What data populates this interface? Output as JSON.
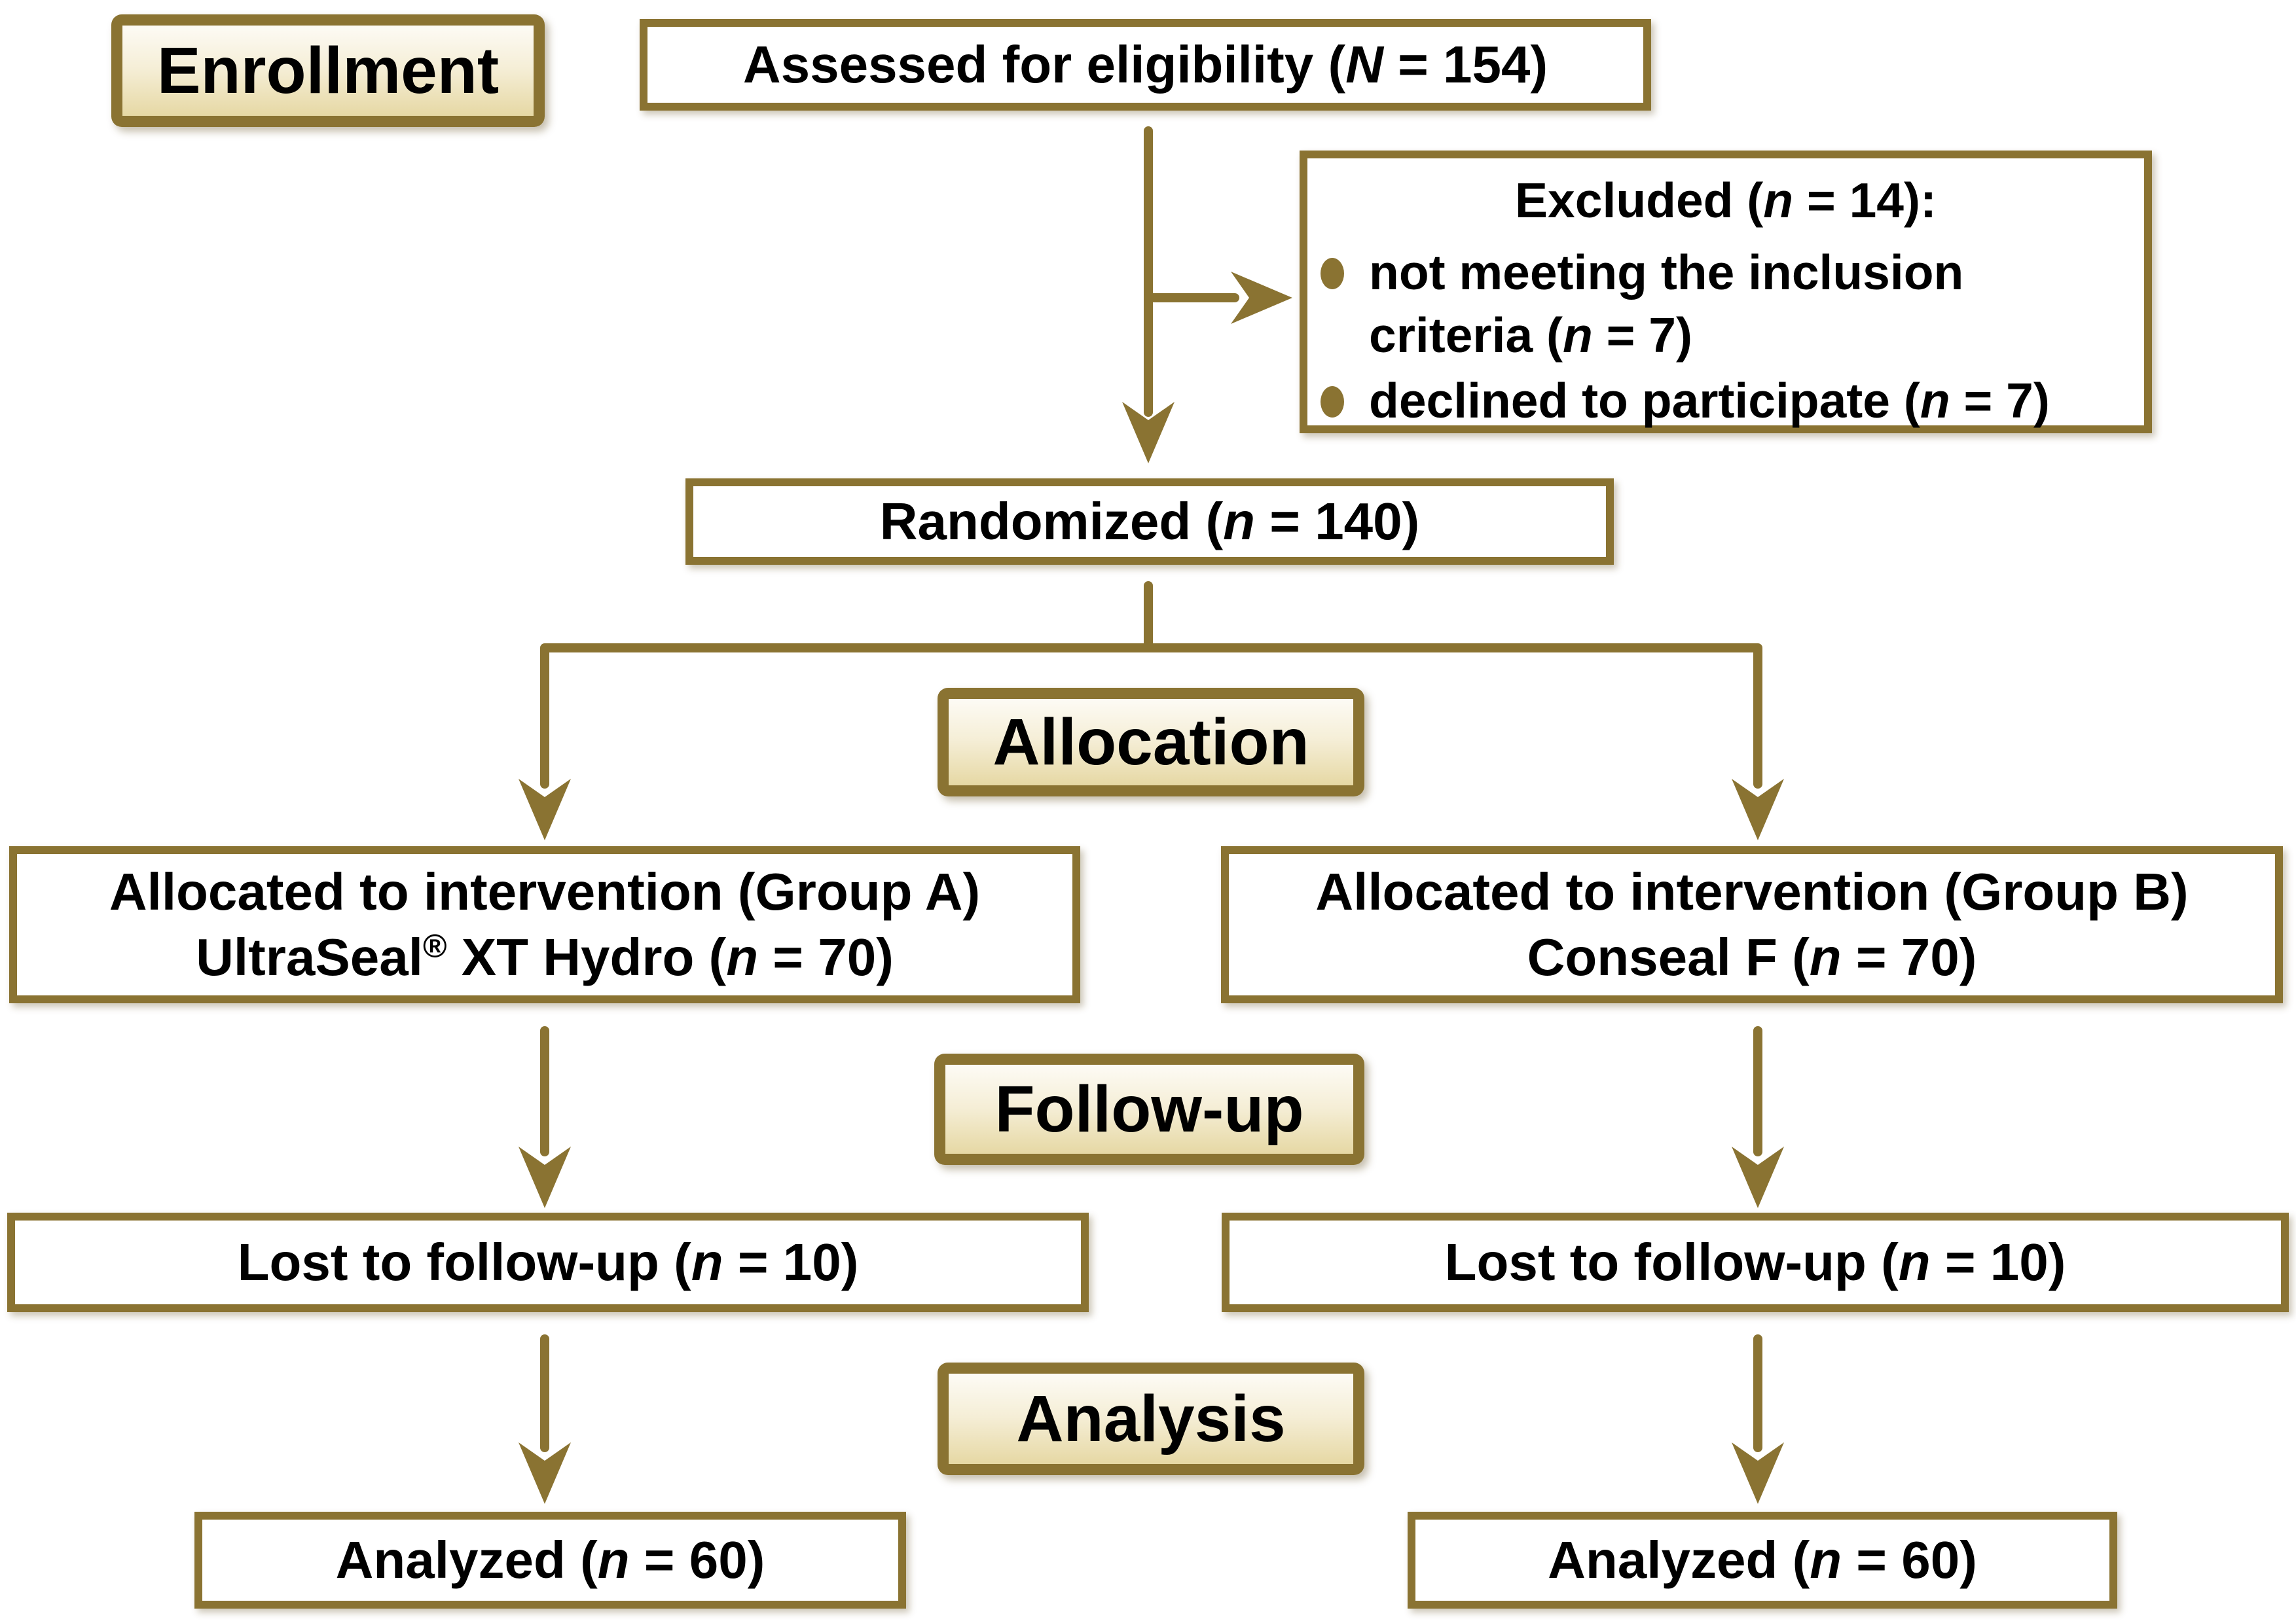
{
  "palette": {
    "line_and_border": "#8A7332",
    "label_fill_top": "#FDFBF5",
    "label_fill_mid": "#F5EED6",
    "label_fill_bottom": "#E6D8A4",
    "box_fill": "#FFFFFF",
    "text": "#000000"
  },
  "stages": {
    "enrollment": "Enrollment",
    "allocation": "Allocation",
    "follow_up": "Follow-up",
    "analysis": "Analysis"
  },
  "boxes": {
    "assessed": {
      "pre": "Assessed for eligibility (",
      "var": "N",
      "post": " = 154)"
    },
    "excluded": {
      "title": {
        "pre": "Excluded (",
        "var": "n",
        "post": " = 14):"
      },
      "items": [
        {
          "pre": "not meeting the inclusion criteria (",
          "var": "n",
          "post": " = 7)"
        },
        {
          "pre": "declined to participate (",
          "var": "n",
          "post": " = 7)"
        }
      ]
    },
    "randomized": {
      "pre": "Randomized (",
      "var": "n",
      "post": " = 140)"
    },
    "group_a": {
      "line1": "Allocated to intervention (Group A)",
      "line2": {
        "brand": "UltraSeal",
        "sup": "®",
        "mid": " XT Hydro (",
        "var": "n",
        "post": " = 70)"
      }
    },
    "group_b": {
      "line1": "Allocated to intervention (Group B)",
      "line2": {
        "pre": "Conseal F (",
        "var": "n",
        "post": " = 70)"
      }
    },
    "lost_a": {
      "pre": "Lost to follow-up (",
      "var": "n",
      "post": " = 10)"
    },
    "lost_b": {
      "pre": "Lost to follow-up (",
      "var": "n",
      "post": " = 10)"
    },
    "analyzed_a": {
      "pre": "Analyzed (",
      "var": "n",
      "post": " = 60)"
    },
    "analyzed_b": {
      "pre": "Analyzed (",
      "var": "n",
      "post": " = 60)"
    }
  }
}
